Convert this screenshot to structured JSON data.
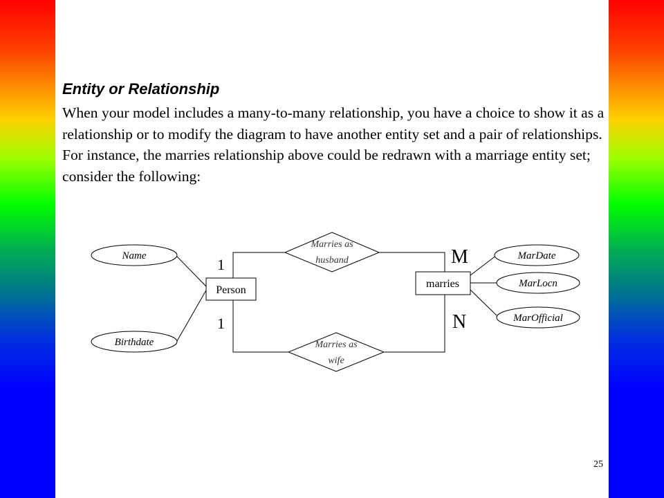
{
  "slide": {
    "title": "Entity or Relationship",
    "body": "When your model includes a many-to-many relationship, you have a choice to show it as a relationship or to modify the diagram to have another entity set and a pair of relationships. For instance, the marries relationship above could be redrawn with a marriage entity set; consider the following:",
    "page_number": "25"
  },
  "diagram": {
    "entities": {
      "person": "Person",
      "marries": "marries"
    },
    "attributes": {
      "name": "Name",
      "birthdate": "Birthdate",
      "mardate": "MarDate",
      "marlocn": "MarLocn",
      "marofficial": "MarOfficial"
    },
    "relationships": {
      "husband": [
        "Marries as",
        "husband"
      ],
      "wife": [
        "Marries as",
        "wife"
      ]
    },
    "cardinalities": {
      "person_top": "1",
      "person_bottom": "1",
      "marries_top": "M",
      "marries_bottom": "N"
    }
  }
}
